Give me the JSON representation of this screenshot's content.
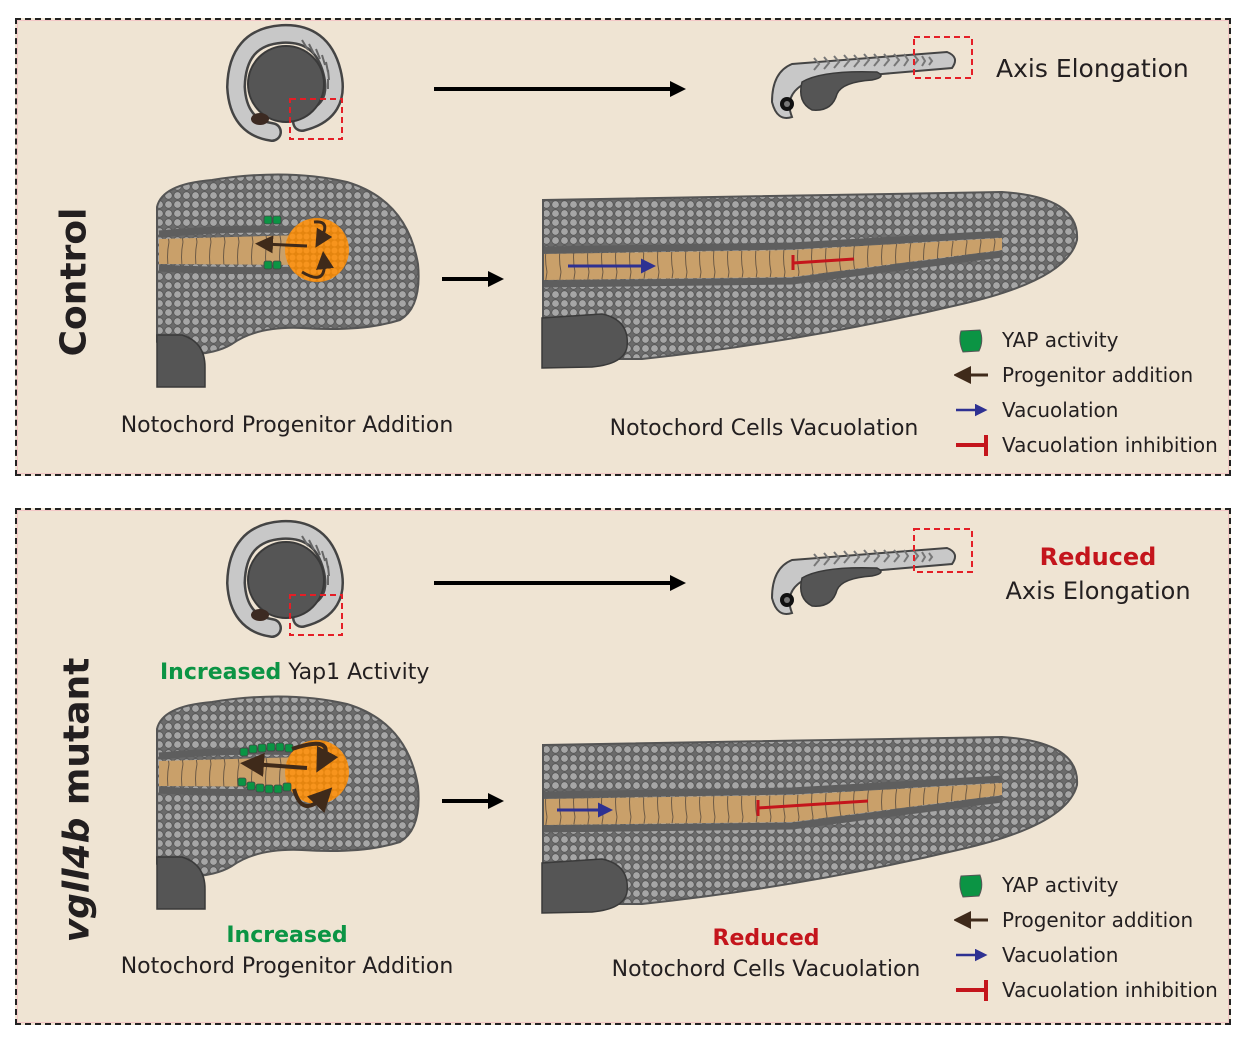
{
  "control": {
    "label": "Control",
    "axis_caption": "Axis Elongation",
    "left_caption": "Notochord Progenitor Addition",
    "right_caption": "Notochord Cells Vacuolation"
  },
  "mutant": {
    "label_gene": "vgll4b",
    "label_rest": " mutant",
    "axis_emphasis": "Reduced",
    "axis_caption": "Axis Elongation",
    "yap_emphasis": "Increased",
    "yap_caption": " Yap1 Activity",
    "left_emphasis": "Increased",
    "left_caption": "Notochord Progenitor Addition",
    "right_emphasis": "Reduced",
    "right_caption": "Notochord Cells Vacuolation"
  },
  "legend": {
    "items": [
      {
        "label": "YAP activity",
        "icon": "green-cell"
      },
      {
        "label": "Progenitor addition",
        "icon": "brown-arrow-left"
      },
      {
        "label": "Vacuolation",
        "icon": "blue-arrow-right"
      },
      {
        "label": "Vacuolation inhibition",
        "icon": "red-inhibition-bar"
      }
    ]
  },
  "colors": {
    "background": "#efe4d3",
    "yap": "#0b9444",
    "progenitor_arrow": "#3f2a1a",
    "vacuolation_arrow": "#2e3192",
    "inhibition": "#c4151c",
    "notochord": "#c9a06a",
    "progenitor_zone": "#f7941d",
    "emphasis_red": "#c4151c",
    "emphasis_green": "#0b9444"
  }
}
